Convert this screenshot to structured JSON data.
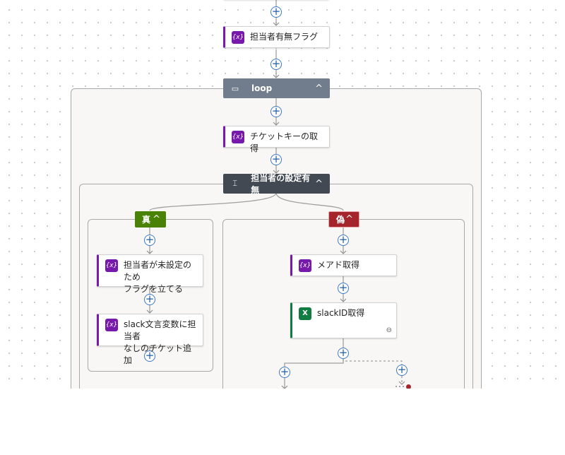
{
  "nodes": {
    "flag_var": {
      "label": "担当者有無フラグ",
      "icon": "variable-icon"
    },
    "loop": {
      "label": "loop",
      "icon": "loop-icon",
      "chevron": "^"
    },
    "ticket_key": {
      "label": "チケットキーの取得",
      "icon": "variable-icon"
    },
    "condition": {
      "label": "担当者の設定有無",
      "icon": "condition-icon",
      "chevron": "^"
    },
    "true_branch": {
      "label": "真",
      "chevron": "^"
    },
    "false_branch": {
      "label": "偽",
      "chevron": "^"
    },
    "set_flag": {
      "label": "担当者が未設定のため\nフラグを立てる",
      "icon": "variable-icon"
    },
    "add_ticket": {
      "label": "slack文言変数に担当者\nなしのチケット追加",
      "icon": "variable-icon"
    },
    "get_mail": {
      "label": "メアド取得",
      "icon": "variable-icon"
    },
    "get_slack": {
      "label": "slackID取得",
      "icon": "excel-icon"
    }
  },
  "symbols": {
    "plus": "+",
    "variable": "{x}",
    "excel": "X",
    "link": "⊖"
  },
  "colors": {
    "variable": "#7719aa",
    "excel": "#107c41",
    "loop_header": "#717d8c",
    "condition_header": "#424952",
    "true_branch": "#498205",
    "false_branch": "#a4262c",
    "connector": "#a0a0a0",
    "add_button": "#3d79c5",
    "error_dot": "#a4262c"
  }
}
